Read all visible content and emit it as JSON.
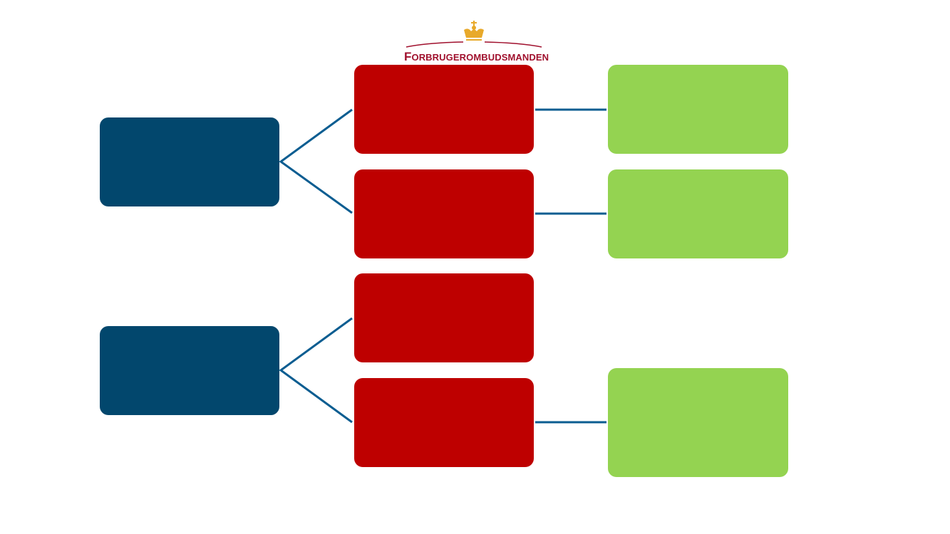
{
  "logo": {
    "name": "Forbrugerombudsmanden",
    "first_letter": "F",
    "rest": "orbrugerombudsmanden",
    "crown_color": "#e8a92a",
    "text_color": "#a0102d"
  },
  "colors": {
    "navy": "#02476d",
    "red": "#be0000",
    "green": "#94d351",
    "connector": "#0b5d91"
  }
}
